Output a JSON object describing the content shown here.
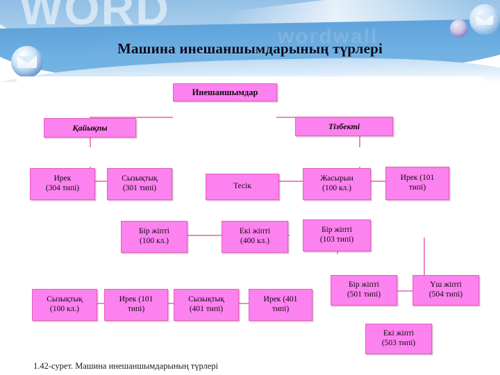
{
  "slide": {
    "title": "Машина инешаншымдарының түрлері",
    "ghost_watermark_1": "WORD",
    "ghost_watermark_2": "wordwall",
    "caption": "1.42-сурет. Машина инешаншымдарының түрлері",
    "colors": {
      "header_blue": "#5fa3db",
      "header_light": "#cfe4f7",
      "node_fill": "#fb82ef",
      "node_border": "#e45fb8",
      "connector": "#f083c8",
      "title_text": "#0a0a1e"
    }
  },
  "diagram": {
    "type": "tree",
    "title": "Машина инешаншымдарының түрлері",
    "nodes": [
      {
        "id": "root",
        "line1": "Инешаншымдар",
        "line2": ""
      },
      {
        "id": "kayikty",
        "line1": "Қайықпы",
        "line2": ""
      },
      {
        "id": "tizbekti",
        "line1": "Тізбекті",
        "line2": ""
      },
      {
        "id": "irek304",
        "line1": "Ирек",
        "line2": "(304 типі)"
      },
      {
        "id": "syzyk301",
        "line1": "Сызықтық",
        "line2": "(301 типі)"
      },
      {
        "id": "tesik",
        "line1": "Тесік",
        "line2": ""
      },
      {
        "id": "jasyryn",
        "line1": "Жасырын",
        "line2": "(100 кл.)"
      },
      {
        "id": "irek101a",
        "line1": "Ирек  (101",
        "line2": "типі)"
      },
      {
        "id": "bir100",
        "line1": "Бір жіпті",
        "line2": "(100 кл.)"
      },
      {
        "id": "eki400",
        "line1": "Екі жіпті",
        "line2": "(400 кл.)"
      },
      {
        "id": "bir103",
        "line1": "Бір жіпті",
        "line2": "(103 типі)"
      },
      {
        "id": "bir501",
        "line1": "Бір жіпті",
        "line2": "(501 типі)"
      },
      {
        "id": "ush504",
        "line1": "Үш жіпті",
        "line2": "(504 типі)"
      },
      {
        "id": "syzyk100",
        "line1": "Сызықтық",
        "line2": "(100 кл.)"
      },
      {
        "id": "irek101b",
        "line1": "Ирек  (101",
        "line2": "типі)"
      },
      {
        "id": "syzyk401",
        "line1": "Сызықтық",
        "line2": "(401 типі)"
      },
      {
        "id": "irek401",
        "line1": "Ирек (401",
        "line2": "типі)"
      },
      {
        "id": "eki503",
        "line1": "Екі жіпті",
        "line2": "(503 типі)"
      }
    ],
    "edges": [
      [
        "root",
        "kayikty"
      ],
      [
        "root",
        "tizbekti"
      ],
      [
        "kayikty",
        "irek304"
      ],
      [
        "kayikty",
        "syzyk301"
      ],
      [
        "tizbekti",
        "tesik"
      ],
      [
        "tizbekti",
        "jasyryn"
      ],
      [
        "tizbekti",
        "irek101a"
      ],
      [
        "tesik",
        "bir100"
      ],
      [
        "tesik",
        "eki400"
      ],
      [
        "jasyryn",
        "bir103"
      ],
      [
        "irek101a",
        "bir501"
      ],
      [
        "irek101a",
        "ush504"
      ],
      [
        "irek101a",
        "eki503"
      ],
      [
        "bir100",
        "syzyk100"
      ],
      [
        "bir100",
        "irek101b"
      ],
      [
        "eki400",
        "syzyk401"
      ],
      [
        "eki400",
        "irek401"
      ]
    ]
  }
}
